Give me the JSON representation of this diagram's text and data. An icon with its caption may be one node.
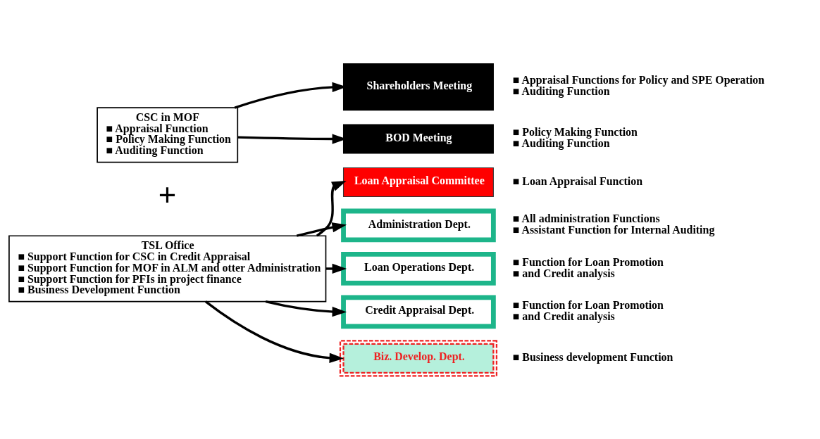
{
  "diagram": {
    "nodes": [
      {
        "text": [
          "CSC in MOF",
          "■ Appraisal Function",
          "■ Policy Making Function",
          "■ Auditing Function"
        ]
      },
      {
        "text": [
          "TSL Office",
          "■ Support Function for CSC in Credit Appraisal",
          "■ Support Function for MOF in ALM and otter Administration",
          "■ Support Function for PFIs in project finance",
          "■ Business Development Function"
        ]
      },
      {
        "text": [
          "Shareholders Meeting"
        ],
        "beside": [
          "■ Appraisal Functions for Policy and SPE Operation",
          "■ Auditing Function"
        ]
      },
      {
        "text": [
          "BOD Meeting"
        ],
        "beside": [
          "■ Policy Making Function",
          "■ Auditing Function"
        ]
      },
      {
        "text": [
          "Loan Appraisal Committee"
        ],
        "beside": [
          "■ Loan Appraisal Function"
        ]
      },
      {
        "text": [
          "Administration Dept."
        ],
        "beside": [
          "■ All administration Functions",
          "■ Assistant Function for Internal Auditing"
        ]
      },
      {
        "text": [
          "Loan Operations Dept."
        ],
        "beside": [
          "■ Function for Loan Promotion",
          "■ and Credit analysis"
        ]
      },
      {
        "text": [
          "Credit Appraisal Dept."
        ],
        "beside": [
          "■ Function for Loan Promotion",
          "■ and Credit analysis"
        ]
      },
      {
        "text": [
          "Biz. Develop. Dept."
        ],
        "beside": [
          "■ Business development Function"
        ]
      }
    ],
    "edges": [
      {
        "from": 0,
        "to": 2,
        "arrow": "to"
      },
      {
        "from": 0,
        "to": 3,
        "arrow": "to"
      },
      {
        "from": 1,
        "to": 4,
        "arrow": "to"
      },
      {
        "from": 1,
        "to": 5,
        "arrow": "to"
      },
      {
        "from": 1,
        "to": 6,
        "arrow": "to"
      },
      {
        "from": 1,
        "to": 7,
        "arrow": "to"
      },
      {
        "from": 1,
        "to": 8,
        "arrow": "to"
      }
    ],
    "labels": [
      "+"
    ]
  }
}
